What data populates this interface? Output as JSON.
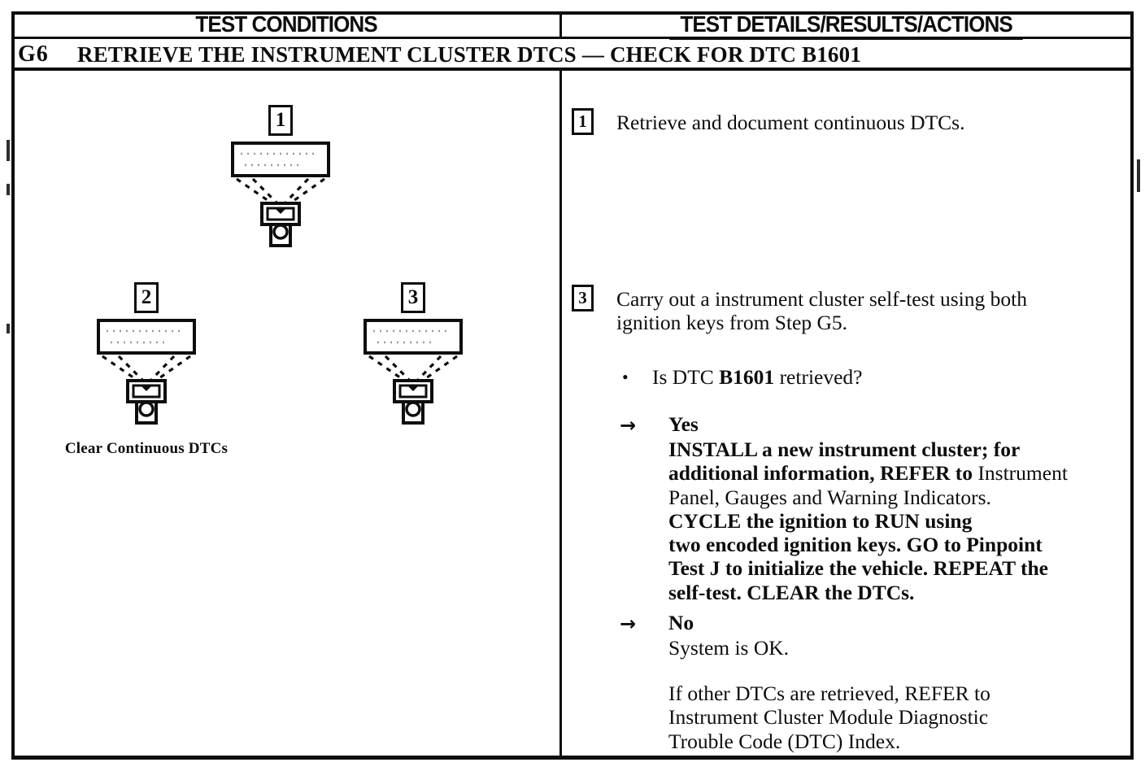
{
  "colors": {
    "ink": "#0d0d0d",
    "paper": "#ffffff",
    "faint_dots": "#9a9a9a"
  },
  "header": {
    "left_label": "TEST CONDITIONS",
    "right_label": "TEST DETAILS/RESULTS/ACTIONS"
  },
  "title_row": {
    "step_id": "G6",
    "title_text": "RETRIEVE THE INSTRUMENT CLUSTER DTCS — CHECK FOR DTC B1601"
  },
  "conditions_column": {
    "figures": [
      {
        "number": "1"
      },
      {
        "number": "2",
        "caption": "Clear Continuous DTCs"
      },
      {
        "number": "3"
      }
    ]
  },
  "details_column": {
    "steps": [
      {
        "number": "1",
        "lines": [
          [
            {
              "t": "Retrieve and document continuous DTCs.",
              "b": false
            }
          ]
        ]
      },
      {
        "number": "3",
        "lines": [
          [
            {
              "t": "Carry out a instrument cluster self-test using both",
              "b": false
            }
          ],
          [
            {
              "t": "ignition keys from Step G5.",
              "b": false
            }
          ]
        ]
      }
    ],
    "question": {
      "bullet": "•",
      "segments": [
        {
          "t": "Is DTC ",
          "b": false
        },
        {
          "t": "B1601",
          "b": true
        },
        {
          "t": " retrieved?",
          "b": false
        }
      ]
    },
    "yes_branch": {
      "arrow": "→",
      "label": "Yes",
      "lines": [
        [
          {
            "t": "INSTALL a new instrument cluster; for",
            "b": true
          }
        ],
        [
          {
            "t": "additional information, REFER to ",
            "b": true
          },
          {
            "t": "Instrument",
            "b": false
          }
        ],
        [
          {
            "t": "Panel, Gauges and Warning Indicators.",
            "b": false
          }
        ],
        [
          {
            "t": "CYCLE the ignition to RUN using",
            "b": true
          }
        ],
        [
          {
            "t": "two encoded ignition keys. GO to Pinpoint",
            "b": true
          }
        ],
        [
          {
            "t": "Test J to initialize the vehicle. REPEAT the",
            "b": true
          }
        ],
        [
          {
            "t": "self-test. CLEAR the DTCs.",
            "b": true
          }
        ]
      ]
    },
    "no_branch": {
      "arrow": "→",
      "label": "No",
      "lines": [
        [
          {
            "t": "System is OK.",
            "b": false
          }
        ]
      ]
    },
    "note": {
      "lines": [
        [
          {
            "t": "If other DTCs are retrieved, REFER to",
            "b": false
          }
        ],
        [
          {
            "t": "Instrument Cluster Module Diagnostic",
            "b": false
          }
        ],
        [
          {
            "t": "Trouble Code (DTC) Index.",
            "b": false
          }
        ]
      ]
    }
  }
}
